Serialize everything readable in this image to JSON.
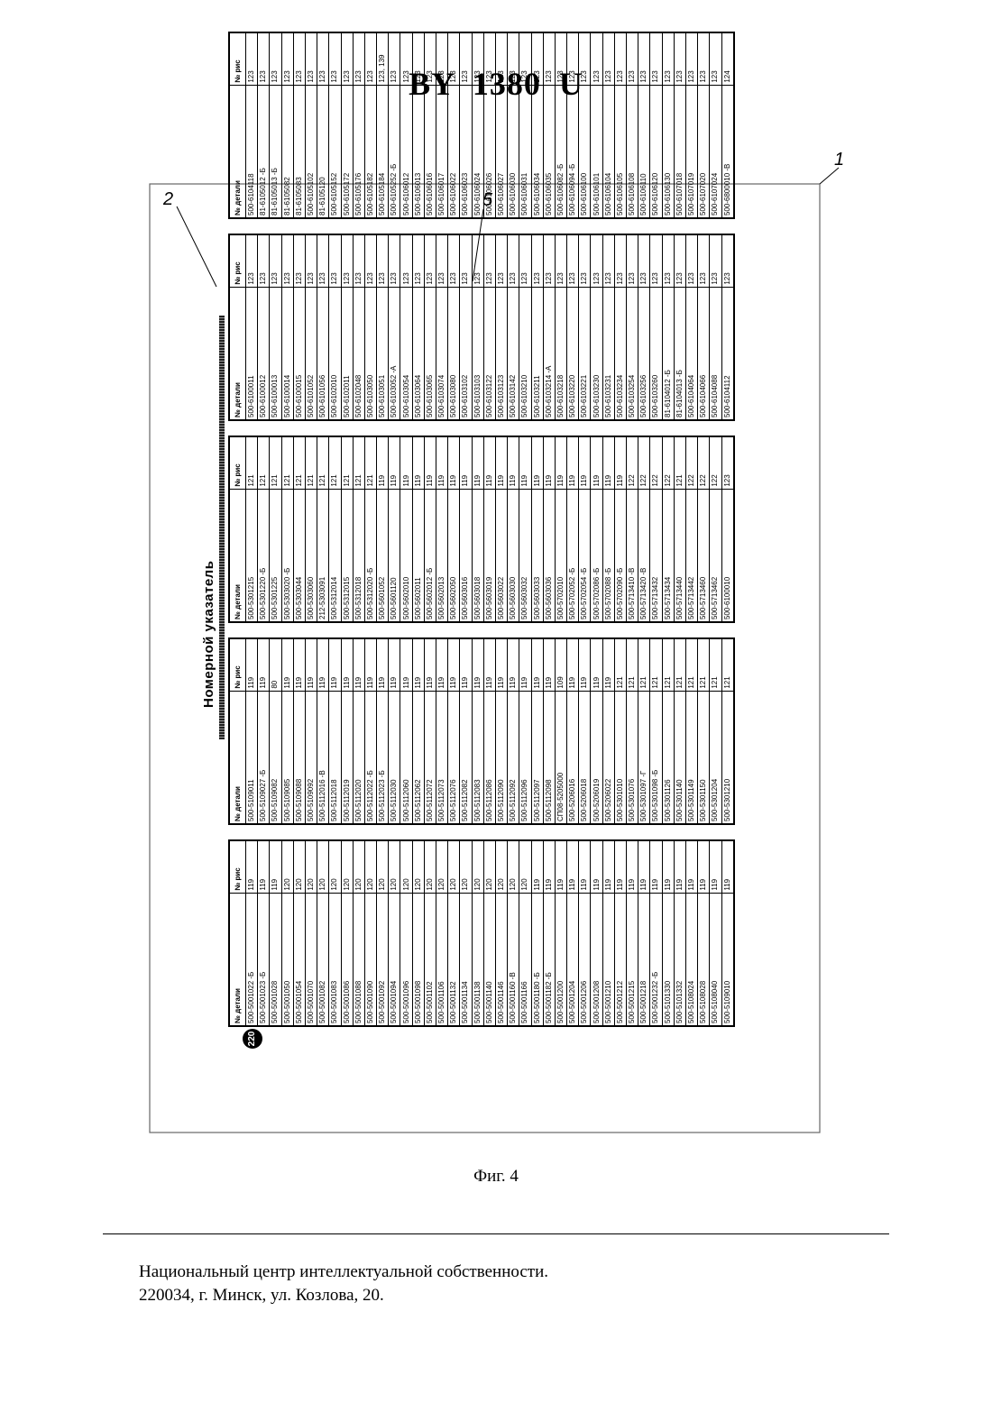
{
  "header": {
    "title": "BY 1380 U"
  },
  "figure": {
    "labels": {
      "frame": "1",
      "header_hatch": "2",
      "table": "5"
    },
    "caption": "Фиг. 4",
    "sheet": {
      "title": "Номерной указатель",
      "page_number": "220",
      "column_headers": {
        "part": "№ детали",
        "fig": "№ рис"
      },
      "groups": [
        {
          "rows": [
            [
              "500-5001022 -Б",
              "119"
            ],
            [
              "500-5001023 -Б",
              "119"
            ],
            [
              "500-5001028",
              "119"
            ],
            [
              "500-5001050",
              "120"
            ],
            [
              "500-5001054",
              "120"
            ],
            [
              "500-5001070",
              "120"
            ],
            [
              "500-5001082",
              "120"
            ],
            [
              "500-5001083",
              "120"
            ],
            [
              "500-5001086",
              "120"
            ],
            [
              "500-5001088",
              "120"
            ],
            [
              "500-5001090",
              "120"
            ],
            [
              "500-5001092",
              "120"
            ],
            [
              "500-5001094",
              "120"
            ],
            [
              "500-5001096",
              "120"
            ],
            [
              "500-5001098",
              "120"
            ],
            [
              "500-5001102",
              "120"
            ],
            [
              "500-5001106",
              "120"
            ],
            [
              "500-5001132",
              "120"
            ],
            [
              "500-5001134",
              "120"
            ],
            [
              "500-5001138",
              "120"
            ],
            [
              "500-5001140",
              "120"
            ],
            [
              "500-5001146",
              "120"
            ],
            [
              "500-5001160 -В",
              "120"
            ],
            [
              "500-5001166",
              "120"
            ],
            [
              "500-5001180 -Б",
              "119"
            ],
            [
              "500-5001182 -Б",
              "119"
            ],
            [
              "500-5001200",
              "119"
            ],
            [
              "500-5001204",
              "119"
            ],
            [
              "500-5001206",
              "119"
            ],
            [
              "500-5001208",
              "119"
            ],
            [
              "500-5001210",
              "119"
            ],
            [
              "500-5001212",
              "119"
            ],
            [
              "500-5001215",
              "119"
            ],
            [
              "500-5001218",
              "119"
            ],
            [
              "500-5001232 -Б",
              "119"
            ],
            [
              "500-5101330",
              "119"
            ],
            [
              "500-5101332",
              "119"
            ],
            [
              "500-5108024",
              "119"
            ],
            [
              "500-5108028",
              "119"
            ],
            [
              "500-5108040",
              "119"
            ],
            [
              "500-5109010",
              "119"
            ]
          ]
        },
        {
          "rows": [
            [
              "500-5109011",
              "119"
            ],
            [
              "500-5109027 -Б",
              "119"
            ],
            [
              "500-5109082",
              "80"
            ],
            [
              "500-5109085",
              "119"
            ],
            [
              "500-5109088",
              "119"
            ],
            [
              "500-5109092",
              "119"
            ],
            [
              "500-5112016 -В",
              "119"
            ],
            [
              "500-5112018",
              "119"
            ],
            [
              "500-5112019",
              "119"
            ],
            [
              "500-5112020",
              "119"
            ],
            [
              "500-5112022 -Б",
              "119"
            ],
            [
              "500-5112023 -Б",
              "119"
            ],
            [
              "500-5112030",
              "119"
            ],
            [
              "500-5112060",
              "119"
            ],
            [
              "500-5112062",
              "119"
            ],
            [
              "500-5112072",
              "119"
            ],
            [
              "500-5112073",
              "119"
            ],
            [
              "500-5112076",
              "119"
            ],
            [
              "500-5112082",
              "119"
            ],
            [
              "500-5112083",
              "119"
            ],
            [
              "500-5112086",
              "119"
            ],
            [
              "500-5112090",
              "119"
            ],
            [
              "500-5112092",
              "119"
            ],
            [
              "500-5112096",
              "119"
            ],
            [
              "500-5112097",
              "119"
            ],
            [
              "500-5112098",
              "119"
            ],
            [
              "СП08-5205000",
              "109"
            ],
            [
              "500-5206016",
              "119"
            ],
            [
              "500-5206018",
              "119"
            ],
            [
              "500-5206019",
              "119"
            ],
            [
              "500-5206022",
              "119"
            ],
            [
              "500-5301010",
              "121"
            ],
            [
              "500-5301076",
              "121"
            ],
            [
              "500-5301097 -Г",
              "121"
            ],
            [
              "500-5301098 -Б",
              "121"
            ],
            [
              "500-5301126",
              "121"
            ],
            [
              "500-5301140",
              "121"
            ],
            [
              "500-5301149",
              "121"
            ],
            [
              "500-5301150",
              "121"
            ],
            [
              "500-5301204",
              "121"
            ],
            [
              "500-5301210",
              "121"
            ]
          ]
        },
        {
          "rows": [
            [
              "500-5301215",
              "121"
            ],
            [
              "500-5301220 -Б",
              "121"
            ],
            [
              "500-5301225",
              "121"
            ],
            [
              "500-5303020 -Б",
              "121"
            ],
            [
              "500-5303044",
              "121"
            ],
            [
              "500-5303060",
              "121"
            ],
            [
              "212-5303091",
              "121"
            ],
            [
              "500-5312014",
              "121"
            ],
            [
              "500-5312015",
              "121"
            ],
            [
              "500-5312018",
              "121"
            ],
            [
              "500-5312020 -Б",
              "121"
            ],
            [
              "500-5601052",
              "119"
            ],
            [
              "500-5601120",
              "119"
            ],
            [
              "500-5602010",
              "119"
            ],
            [
              "500-5602011",
              "119"
            ],
            [
              "500-5602012 -Б",
              "119"
            ],
            [
              "500-5602013",
              "119"
            ],
            [
              "500-5602050",
              "119"
            ],
            [
              "500-5603016",
              "119"
            ],
            [
              "500-5603018",
              "119"
            ],
            [
              "500-5603019",
              "119"
            ],
            [
              "500-5603022",
              "119"
            ],
            [
              "500-5603030",
              "119"
            ],
            [
              "500-5603032",
              "119"
            ],
            [
              "500-5603033",
              "119"
            ],
            [
              "500-5603036",
              "119"
            ],
            [
              "500-5702010",
              "119"
            ],
            [
              "500-5702052 -Б",
              "119"
            ],
            [
              "500-5702054 -Б",
              "119"
            ],
            [
              "500-5702086 -Б",
              "119"
            ],
            [
              "500-5702088 -Б",
              "119"
            ],
            [
              "500-5702090 -Б",
              "119"
            ],
            [
              "500-5713410 -В",
              "122"
            ],
            [
              "500-5713420 -В",
              "122"
            ],
            [
              "500-5713432",
              "122"
            ],
            [
              "500-5713434",
              "122"
            ],
            [
              "500-5713440",
              "121"
            ],
            [
              "500-5713442",
              "122"
            ],
            [
              "500-5713460",
              "122"
            ],
            [
              "500-5713462",
              "122"
            ],
            [
              "500-6100010",
              "123"
            ]
          ]
        },
        {
          "rows": [
            [
              "500-6100011",
              "123"
            ],
            [
              "500-6100012",
              "123"
            ],
            [
              "500-6100013",
              "123"
            ],
            [
              "500-6100014",
              "123"
            ],
            [
              "500-6100015",
              "123"
            ],
            [
              "500-6101052",
              "123"
            ],
            [
              "500-6101056",
              "123"
            ],
            [
              "500-6102010",
              "123"
            ],
            [
              "500-6102011",
              "123"
            ],
            [
              "500-6102048",
              "123"
            ],
            [
              "500-6103050",
              "123"
            ],
            [
              "500-6103051",
              "123"
            ],
            [
              "500-6103052 -А",
              "123"
            ],
            [
              "500-6103054",
              "123"
            ],
            [
              "500-6103064",
              "123"
            ],
            [
              "500-6103065",
              "123"
            ],
            [
              "500-6103074",
              "123"
            ],
            [
              "500-6103080",
              "123"
            ],
            [
              "500-6103102",
              "123"
            ],
            [
              "500-6103103",
              "123"
            ],
            [
              "500-6103122",
              "123"
            ],
            [
              "500-6103123",
              "123"
            ],
            [
              "500-6103142",
              "123"
            ],
            [
              "500-6103210",
              "123"
            ],
            [
              "500-6103211",
              "123"
            ],
            [
              "500-6103214 -А",
              "123"
            ],
            [
              "500-6103218",
              "123"
            ],
            [
              "500-6103220",
              "123"
            ],
            [
              "500-6103221",
              "123"
            ],
            [
              "500-6103230",
              "123"
            ],
            [
              "500-6103231",
              "123"
            ],
            [
              "500-6103234",
              "123"
            ],
            [
              "500-6103254",
              "123"
            ],
            [
              "500-6103256",
              "123"
            ],
            [
              "500-6103260",
              "123"
            ],
            [
              "81-6104012 -Б",
              "123"
            ],
            [
              "81-6104013 -Б",
              "123"
            ],
            [
              "500-6104064",
              "123"
            ],
            [
              "500-6104066",
              "123"
            ],
            [
              "500-6104088",
              "123"
            ],
            [
              "500-6104112",
              "123"
            ]
          ]
        },
        {
          "rows": [
            [
              "500-6104118",
              "123"
            ],
            [
              "81-6105012 -Б",
              "123"
            ],
            [
              "81-6105013 -Б",
              "123"
            ],
            [
              "81-6105082",
              "123"
            ],
            [
              "81-6105083",
              "123"
            ],
            [
              "500-6105102",
              "123"
            ],
            [
              "81-6105120",
              "123"
            ],
            [
              "500-6105152",
              "123"
            ],
            [
              "500-6105172",
              "123"
            ],
            [
              "500-6105176",
              "123"
            ],
            [
              "500-6105182",
              "123"
            ],
            [
              "500-6105184",
              "123, 139"
            ],
            [
              "500-6105252 -Б",
              "123"
            ],
            [
              "500-6106012",
              "123"
            ],
            [
              "500-6106013",
              "123"
            ],
            [
              "500-6106016",
              "123"
            ],
            [
              "500-6106017",
              "123"
            ],
            [
              "500-6106022",
              "123"
            ],
            [
              "500-6106023",
              "123"
            ],
            [
              "500-6106024",
              "123"
            ],
            [
              "500-6106026",
              "123"
            ],
            [
              "500-6106027",
              "123"
            ],
            [
              "500-6106030",
              "123"
            ],
            [
              "500-6106031",
              "123"
            ],
            [
              "500-6106034",
              "123"
            ],
            [
              "500-6106035",
              "123"
            ],
            [
              "500-6106082 -Б",
              "123"
            ],
            [
              "500-6106094 -Б",
              "123"
            ],
            [
              "500-6106100",
              "123"
            ],
            [
              "500-6106101",
              "123"
            ],
            [
              "500-6106104",
              "123"
            ],
            [
              "500-6106105",
              "123"
            ],
            [
              "500-6106108",
              "123"
            ],
            [
              "500-6106110",
              "123"
            ],
            [
              "500-6106120",
              "123"
            ],
            [
              "500-6106130",
              "123"
            ],
            [
              "500-6107018",
              "123"
            ],
            [
              "500-6107019",
              "123"
            ],
            [
              "500-6107020",
              "123"
            ],
            [
              "500-6107024",
              "123"
            ],
            [
              "500-6800010 -В",
              "124"
            ]
          ]
        }
      ]
    }
  },
  "footer": {
    "line1": "Национальный центр интеллектуальной собственности.",
    "line2": "220034, г. Минск, ул. Козлова, 20."
  }
}
